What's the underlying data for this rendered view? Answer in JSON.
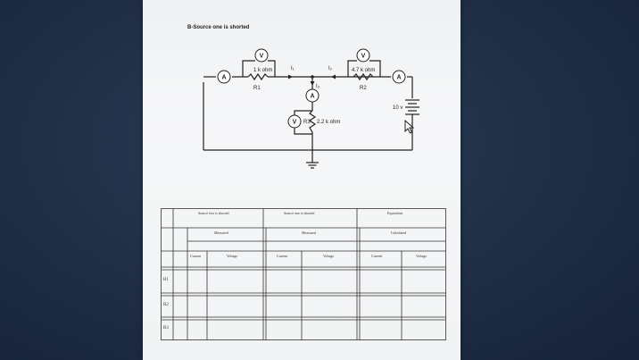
{
  "document": {
    "heading": "B-Source one is shorted",
    "circuit": {
      "r1_value": "1 k ohm",
      "r1_name": "R1",
      "r2_value": "4.7 k ohm",
      "r2_name": "R2",
      "r3_label": "R3",
      "r3_value": "2.2 k ohm",
      "current_1": "I₁",
      "current_2": "I₂",
      "current_3": "I₃",
      "source_value": "10 v",
      "voltmeter_symbol": "V",
      "ammeter_symbol": "A"
    },
    "table": {
      "group_headers": [
        "Source two is shorted",
        "Source one is shorted",
        "Equivalent"
      ],
      "sub_headers": [
        "Measured",
        "Measured",
        "Calculated"
      ],
      "column_headers": [
        "Current",
        "Voltage",
        "Current",
        "Voltage",
        "Current",
        "Voltage"
      ],
      "row_labels": [
        "R1",
        "R2",
        "R3"
      ]
    }
  },
  "cursor": {
    "icon": "pointer-arrow-icon"
  }
}
